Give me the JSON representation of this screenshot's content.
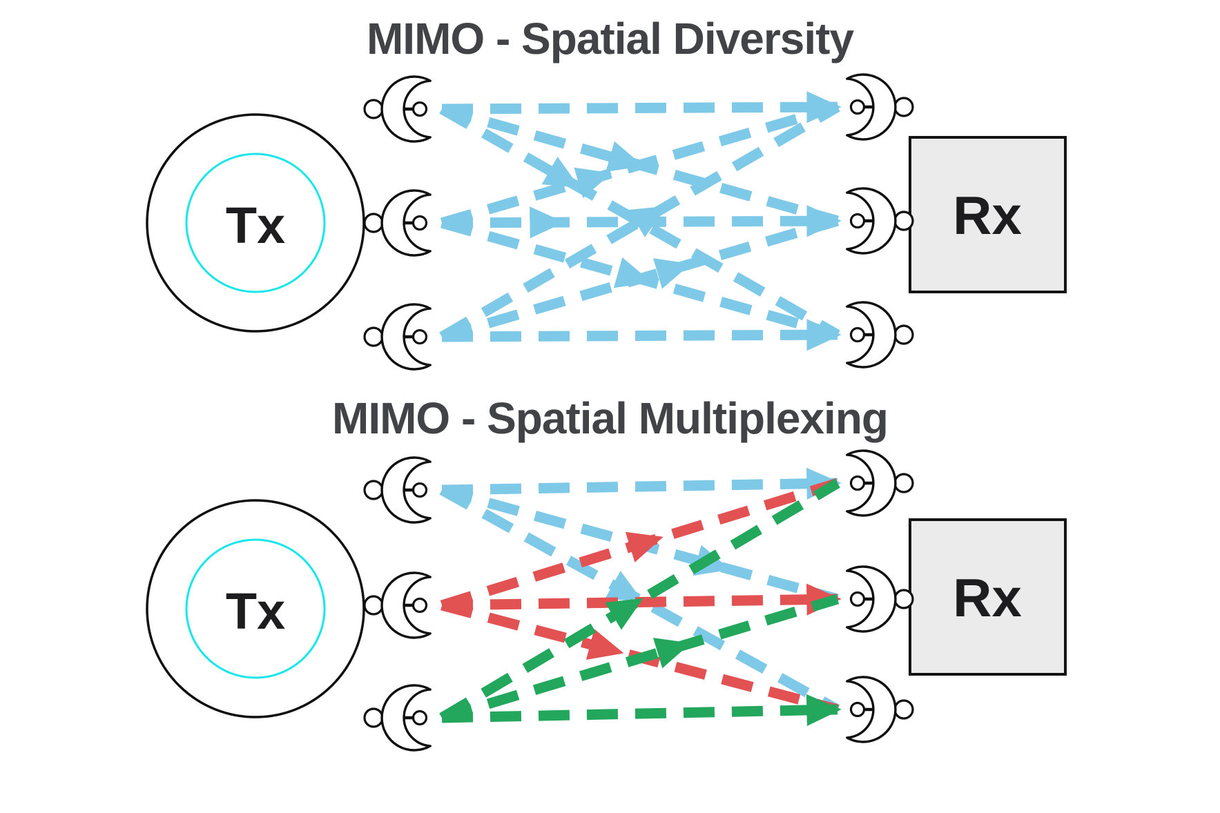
{
  "page": {
    "background": "#ffffff"
  },
  "colors": {
    "stream_blue": "#7EC8E8",
    "stream_red": "#E25252",
    "stream_green": "#22A75C",
    "title_gray": "#414347",
    "cyan_ring": "#19E6EA",
    "rx_box_fill": "#EBEBEB",
    "outline_ink": "#0F0F0F",
    "label_ink": "#1D1D1F"
  },
  "diagrams": [
    {
      "id": "spatial-diversity",
      "title": "MIMO - Spatial Diversity",
      "tx_label": "Tx",
      "rx_label": "Rx",
      "tx_antennas": 3,
      "rx_antennas": 3,
      "connections": [
        {
          "from": 1,
          "to": 1,
          "stream": "blue"
        },
        {
          "from": 1,
          "to": 2,
          "stream": "blue"
        },
        {
          "from": 1,
          "to": 3,
          "stream": "blue"
        },
        {
          "from": 2,
          "to": 1,
          "stream": "blue"
        },
        {
          "from": 2,
          "to": 2,
          "stream": "blue"
        },
        {
          "from": 2,
          "to": 3,
          "stream": "blue"
        },
        {
          "from": 3,
          "to": 1,
          "stream": "blue"
        },
        {
          "from": 3,
          "to": 2,
          "stream": "blue"
        },
        {
          "from": 3,
          "to": 3,
          "stream": "blue"
        }
      ]
    },
    {
      "id": "spatial-multiplexing",
      "title": "MIMO - Spatial Multiplexing",
      "tx_label": "Tx",
      "rx_label": "Rx",
      "tx_antennas": 3,
      "rx_antennas": 3,
      "connections": [
        {
          "from": 1,
          "to": 1,
          "stream": "blue"
        },
        {
          "from": 1,
          "to": 2,
          "stream": "blue"
        },
        {
          "from": 1,
          "to": 3,
          "stream": "blue"
        },
        {
          "from": 2,
          "to": 1,
          "stream": "red"
        },
        {
          "from": 2,
          "to": 2,
          "stream": "red"
        },
        {
          "from": 2,
          "to": 3,
          "stream": "red"
        },
        {
          "from": 3,
          "to": 1,
          "stream": "green"
        },
        {
          "from": 3,
          "to": 2,
          "stream": "green"
        },
        {
          "from": 3,
          "to": 3,
          "stream": "green"
        }
      ]
    }
  ]
}
